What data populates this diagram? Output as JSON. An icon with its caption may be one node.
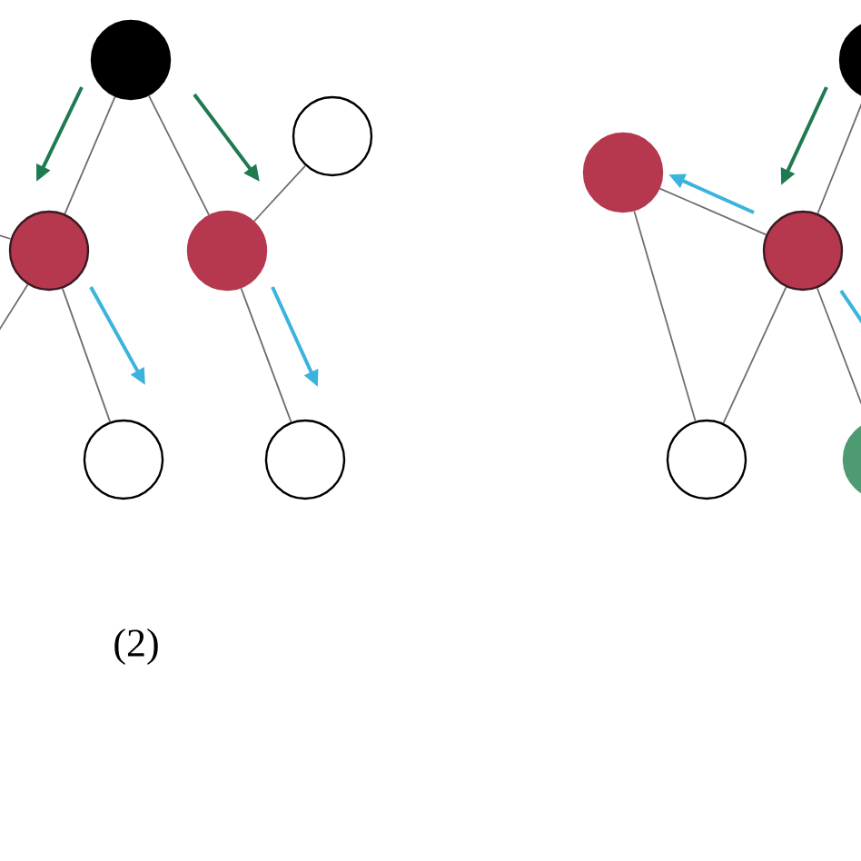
{
  "diagram": {
    "nodes": [
      {
        "text": [],
        "shape": "circle"
      },
      {
        "text": [],
        "shape": "circle"
      },
      {
        "text": [],
        "shape": "circle"
      },
      {
        "text": [],
        "shape": "circle"
      },
      {
        "text": [],
        "shape": "circle"
      },
      {
        "text": [],
        "shape": "circle"
      },
      {
        "text": [],
        "shape": "circle"
      },
      {
        "text": [],
        "shape": "circle"
      },
      {
        "text": [],
        "shape": "circle"
      },
      {
        "text": [],
        "shape": "circle"
      },
      {
        "text": [],
        "shape": "circle"
      }
    ],
    "edges": [
      {
        "from": 0,
        "to": 1,
        "arrow": "none"
      },
      {
        "from": 0,
        "to": 2,
        "arrow": "none"
      },
      {
        "from": 2,
        "to": 3,
        "arrow": "none"
      },
      {
        "from": 1,
        "to": 4,
        "arrow": "none"
      },
      {
        "from": 2,
        "to": 5,
        "arrow": "none"
      },
      {
        "from": null,
        "to": 1,
        "arrow": "none"
      },
      {
        "from": null,
        "to": 1,
        "arrow": "none"
      },
      {
        "from": 6,
        "to": 8,
        "arrow": "none"
      },
      {
        "from": 8,
        "to": 7,
        "arrow": "none"
      },
      {
        "from": 7,
        "to": 9,
        "arrow": "none"
      },
      {
        "from": 8,
        "to": 9,
        "arrow": "none"
      },
      {
        "from": 8,
        "to": 10,
        "arrow": "none"
      }
    ],
    "labels": [
      "(2)"
    ]
  }
}
